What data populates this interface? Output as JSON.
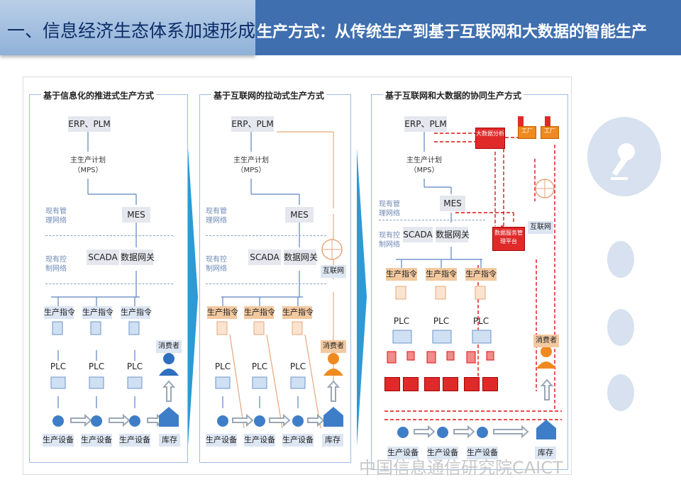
{
  "header": {
    "section_title": "一、信息经济生态体系加速形成",
    "subtitle": "生产方式：从传统生产到基于互联网和大数据的智能生产"
  },
  "panels": [
    {
      "title": "基于信息化的推进式生产方式"
    },
    {
      "title": "基于互联网的拉动式生产方式"
    },
    {
      "title": "基于互联网和大数据的协同生产方式"
    }
  ],
  "labels": {
    "erp": "ERP、PLM",
    "plan": "主生产计划",
    "mps": "（MPS）",
    "mes": "MES",
    "scada": "SCADA",
    "gateway": "数据网关",
    "mgmt_net": "现有管理网络",
    "ctrl_net": "现有控制网络",
    "order": "生产指令",
    "plc": "PLC",
    "equipment": "生产设备",
    "consumer": "消费者",
    "inventory": "库存",
    "internet": "互联网",
    "bigdata": "大数据分析",
    "factory": "工厂",
    "platform": "数据服务管理平台"
  },
  "watermark": "中国信息通信研究院CAICT",
  "colors": {
    "title_bg": "#9cbce0",
    "subtitle_bg": "#3f6faf",
    "panel_border": "#9dbbe2",
    "orange": "#f3c9a0",
    "red": "#e02a2a"
  }
}
